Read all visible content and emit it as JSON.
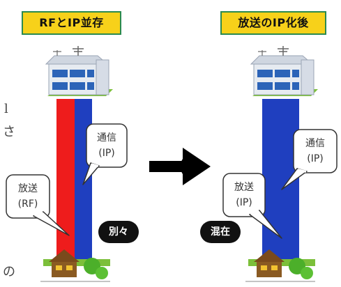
{
  "left_panel": {
    "title": "RFとIP並存",
    "communication_label": {
      "line1": "通信",
      "line2": "(IP)"
    },
    "broadcast_label": {
      "line1": "放送",
      "line2": "(RF)"
    },
    "badge": "別々"
  },
  "right_panel": {
    "title": "放送のIP化後",
    "communication_label": {
      "line1": "通信",
      "line2": "(IP)"
    },
    "broadcast_label": {
      "line1": "放送",
      "line2": "(IP)"
    },
    "badge": "混在"
  },
  "edge_text": {
    "char_top": "l",
    "char_mid": "さ",
    "char_bottom": "の"
  },
  "colors": {
    "title_bg": "#f7d11a",
    "title_border": "#2a8a50",
    "rf_channel": "#ee1c1c",
    "ip_channel": "#1f3fbf",
    "badge_bg": "#111111",
    "arrow": "#000000"
  }
}
